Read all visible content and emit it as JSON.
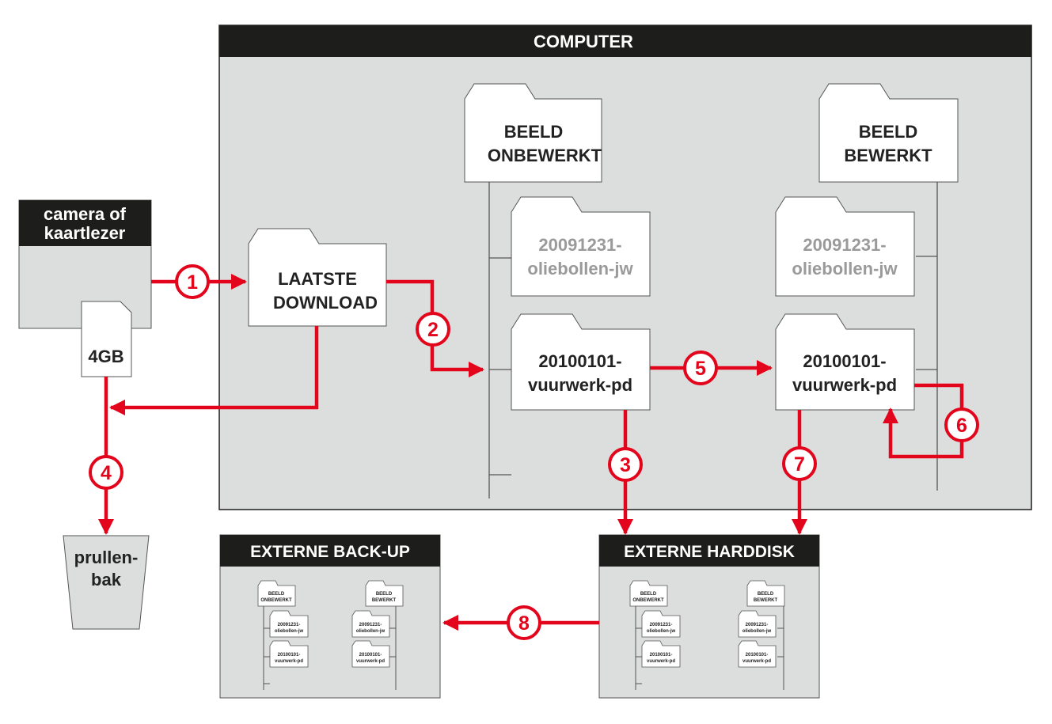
{
  "computer": {
    "title": "COMPUTER"
  },
  "camera": {
    "line1": "camera of",
    "line2": "kaartlezer",
    "card": "4GB"
  },
  "trash": {
    "line1": "prullen-",
    "line2": "bak"
  },
  "folders": {
    "download": {
      "line1": "LAATSTE",
      "line2": "DOWNLOAD"
    },
    "raw": {
      "line1": "BEELD",
      "line2": "ONBEWERKT"
    },
    "edited": {
      "line1": "BEELD",
      "line2": "BEWERKT"
    },
    "old_shoot": {
      "line1": "20091231-",
      "line2": "oliebollen-jw"
    },
    "new_shoot": {
      "line1": "20100101-",
      "line2": "vuurwerk-pd"
    }
  },
  "backup": {
    "title": "EXTERNE BACK-UP"
  },
  "harddisk": {
    "title": "EXTERNE HARDDISK"
  },
  "steps": [
    "1",
    "2",
    "3",
    "4",
    "5",
    "6",
    "7",
    "8"
  ],
  "colors": {
    "accent": "#e3051b",
    "panel": "#dcdedd",
    "header": "#1d1d1b"
  }
}
